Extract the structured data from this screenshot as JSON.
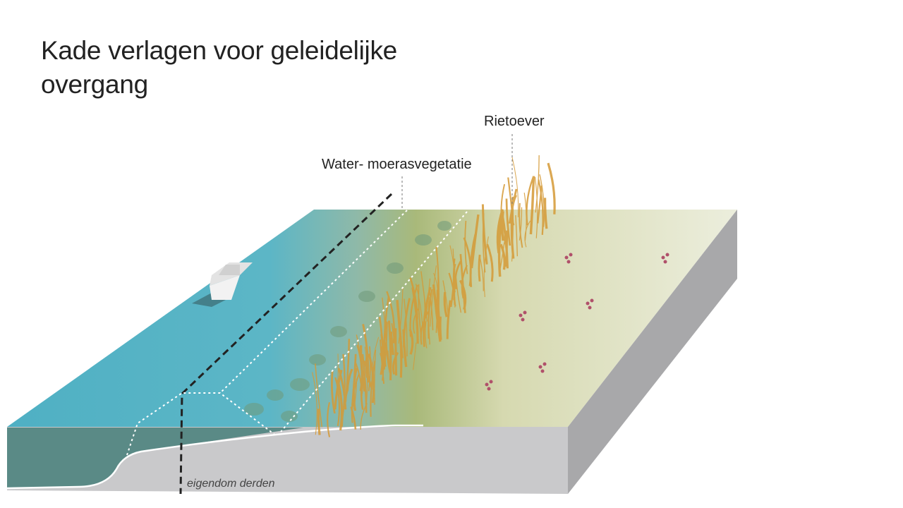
{
  "title": {
    "line1": "Kade verlagen voor geleidelijke",
    "line2": "overgang"
  },
  "labels": {
    "reed_shore": "Rietoever",
    "water_marsh_vegetation": "Water- moerasvegetatie",
    "third_party_property": "eigendom derden"
  },
  "colors": {
    "water": "#4fb0c4",
    "water_section": "#5a8a86",
    "ground_section": "#c9c9cb",
    "side_face": "#a8a8aa",
    "reeds": "#d59a36",
    "meadow": "#e8ead6"
  }
}
